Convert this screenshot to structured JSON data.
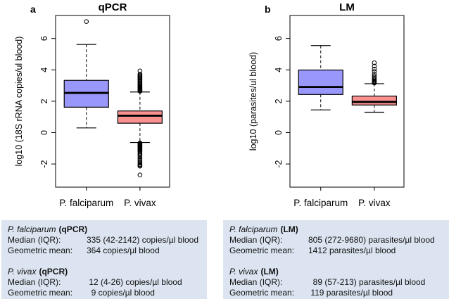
{
  "chart_data": [
    {
      "type": "boxplot",
      "panel_label": "a",
      "title": "qPCR",
      "ylabel": "log10 (18S rRNA copies/ul blood)",
      "yticks": [
        -2,
        0,
        2,
        4,
        6
      ],
      "ylim": [
        -3.5,
        7.45
      ],
      "grid": false,
      "categories": [
        "P. falciparum",
        "P. vivax"
      ],
      "series": [
        {
          "name": "P. falciparum",
          "color": "#9997fa",
          "q1": 1.62,
          "median": 2.53,
          "q3": 3.33,
          "whisker_low": 0.3,
          "whisker_high": 5.62,
          "outliers": [
            7.08
          ]
        },
        {
          "name": "P. vivax",
          "color": "#fa9191",
          "q1": 0.6,
          "median": 1.08,
          "q3": 1.38,
          "whisker_low": -0.63,
          "whisker_high": 2.59,
          "outliers": [
            3.93,
            3.72,
            3.66,
            3.6,
            3.54,
            3.48,
            3.42,
            3.36,
            3.3,
            3.24,
            3.18,
            3.12,
            3.06,
            3.0,
            2.95,
            2.9,
            2.86,
            2.82,
            2.78,
            2.74,
            2.7,
            2.67,
            2.64,
            -0.66,
            -0.7,
            -0.74,
            -0.78,
            -0.82,
            -0.86,
            -0.9,
            -0.95,
            -1.0,
            -1.05,
            -1.1,
            -1.16,
            -1.22,
            -1.3,
            -1.38,
            -1.47,
            -1.56,
            -1.66,
            -1.76,
            -1.86,
            -1.95,
            -2.03,
            -2.09,
            -2.14,
            -2.7
          ]
        }
      ]
    },
    {
      "type": "boxplot",
      "panel_label": "b",
      "title": "LM",
      "ylabel": "log10 (parasites/ul blood)",
      "yticks": [
        -2,
        0,
        2,
        4,
        6
      ],
      "ylim": [
        -3.5,
        7.45
      ],
      "grid": false,
      "categories": [
        "P. falciparum",
        "P. vivax"
      ],
      "series": [
        {
          "name": "P. falciparum",
          "color": "#9997fa",
          "q1": 2.43,
          "median": 2.91,
          "q3": 3.99,
          "whisker_low": 1.45,
          "whisker_high": 5.55,
          "outliers": []
        },
        {
          "name": "P. vivax",
          "color": "#fa9191",
          "q1": 1.76,
          "median": 1.96,
          "q3": 2.33,
          "whisker_low": 1.3,
          "whisker_high": 3.12,
          "outliers": [
            4.45,
            4.24,
            4.05,
            3.9,
            3.72,
            3.6,
            3.5,
            3.42,
            3.35,
            3.29,
            3.24,
            3.2,
            3.16
          ]
        }
      ]
    }
  ],
  "info_panels": [
    {
      "sections": [
        {
          "species": "P. falciparum",
          "method": "(qPCR)",
          "rows": [
            {
              "label": "Median (IQR):",
              "value": "335 (42-2142) copies/µl blood"
            },
            {
              "label": "Geometric mean:",
              "value": "364 copies/µl blood"
            }
          ]
        },
        {
          "species": "P. vivax",
          "method": "(qPCR)",
          "rows": [
            {
              "label": "Median (IQR):",
              "value": " 12 (4-26) copies/µl blood"
            },
            {
              "label": "Geometric mean:",
              "value": "  9 copies/µl blood"
            }
          ]
        }
      ]
    },
    {
      "sections": [
        {
          "species": "P. falciparum",
          "method": "(LM)",
          "rows": [
            {
              "label": "Median (IQR):",
              "value": "805 (272-9680) parasites/µl blood"
            },
            {
              "label": "Geometric mean:",
              "value": "1412 parasites/µl blood"
            }
          ]
        },
        {
          "species": "P. vivax",
          "method": "(LM)",
          "rows": [
            {
              "label": "Median (IQR):",
              "value": "  89 (57-213) parasites/µl blood"
            },
            {
              "label": "Geometric mean:",
              "value": " 119 parasites/µl blood"
            }
          ]
        }
      ]
    }
  ],
  "colors": {
    "falciparum_box": "#9997fa",
    "vivax_box": "#fa9191",
    "info_panel_bg": "#dbe4f0",
    "line": "#000000"
  }
}
